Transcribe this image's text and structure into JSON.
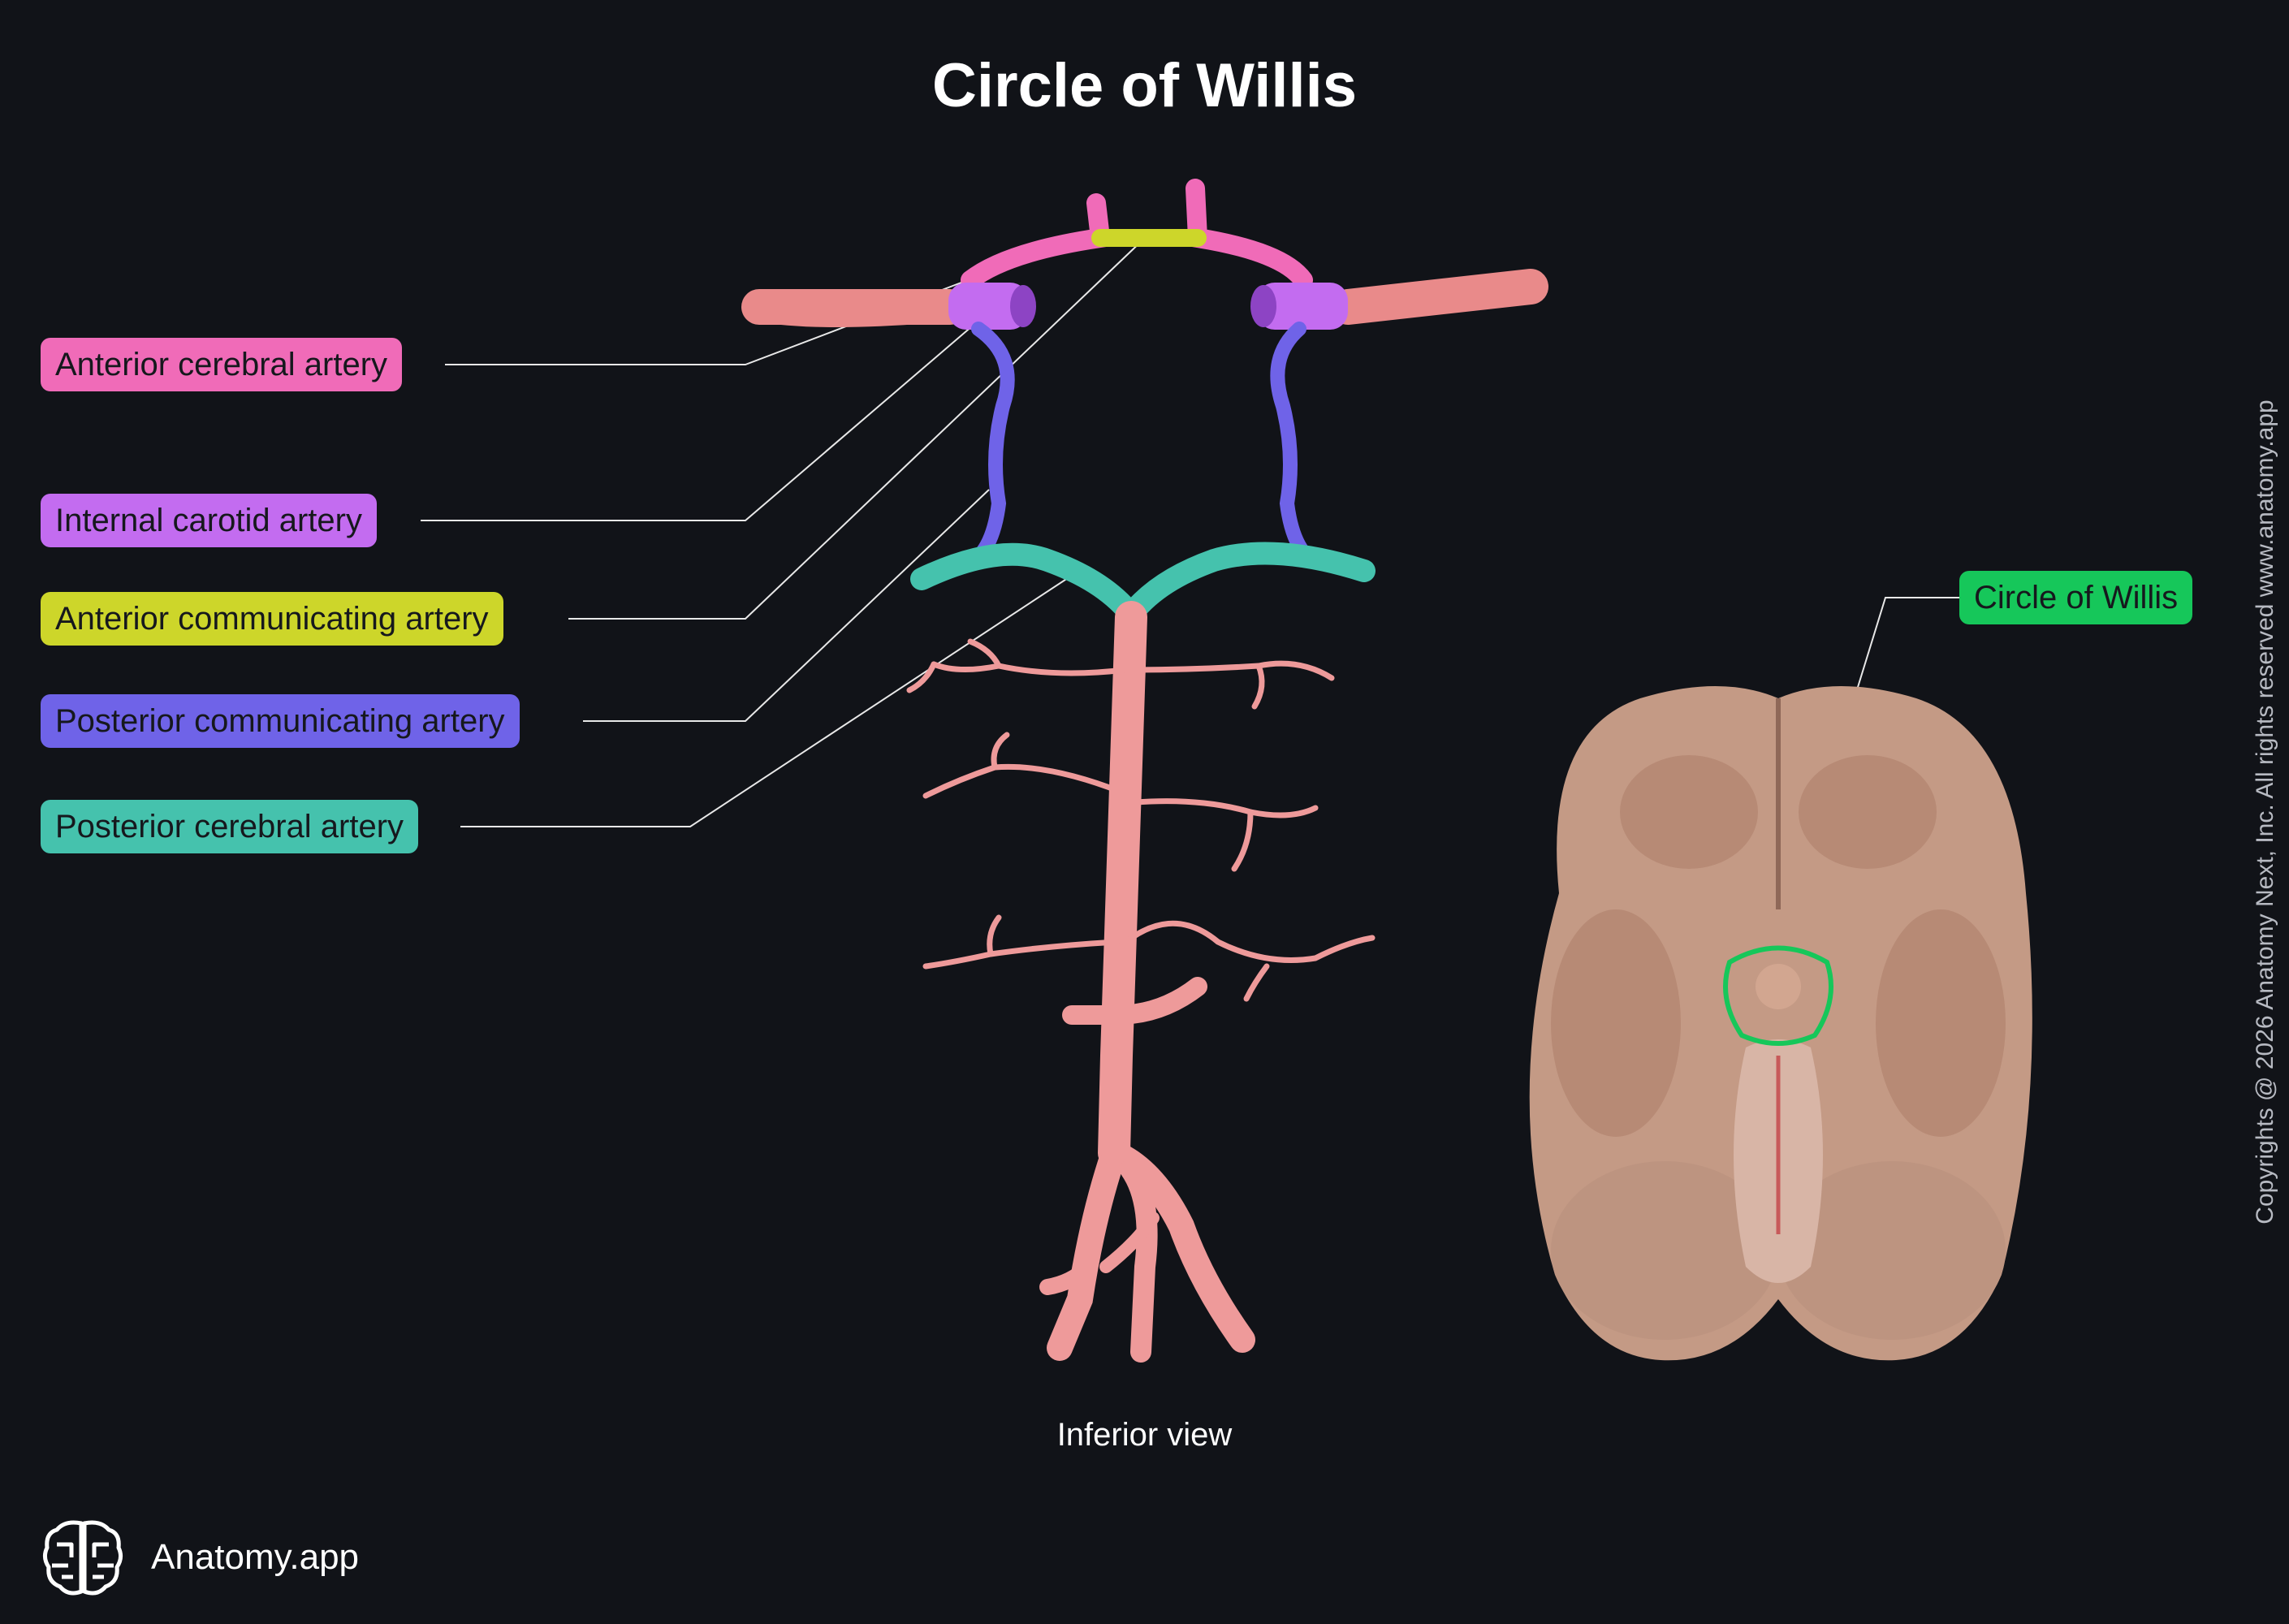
{
  "title": "Circle of Willis",
  "labels": {
    "anterior_cerebral": "Anterior cerebral artery",
    "internal_carotid": "Internal carotid artery",
    "anterior_communicating": "Anterior communicating artery",
    "posterior_communicating": "Posterior communicating artery",
    "posterior_cerebral": "Posterior cerebral artery",
    "circle_of_willis": "Circle of Willis"
  },
  "caption": "Inferior view",
  "brand": {
    "name": "Anatomy.app",
    "logo_icon": "brain-logo-icon"
  },
  "copyright": "Copyrights @ 2026 Anatomy Next, Inc. All rights reserved www.anatomy.app",
  "colors": {
    "background": "#111318",
    "anterior_cerebral": "#f06bb8",
    "internal_carotid": "#c36cf0",
    "anterior_communicating": "#cdd62a",
    "posterior_communicating": "#6f63e8",
    "posterior_cerebral": "#45c2ad",
    "circle_of_willis": "#16c75a",
    "artery": "#ee9a9a",
    "brain": "#c49a85"
  }
}
